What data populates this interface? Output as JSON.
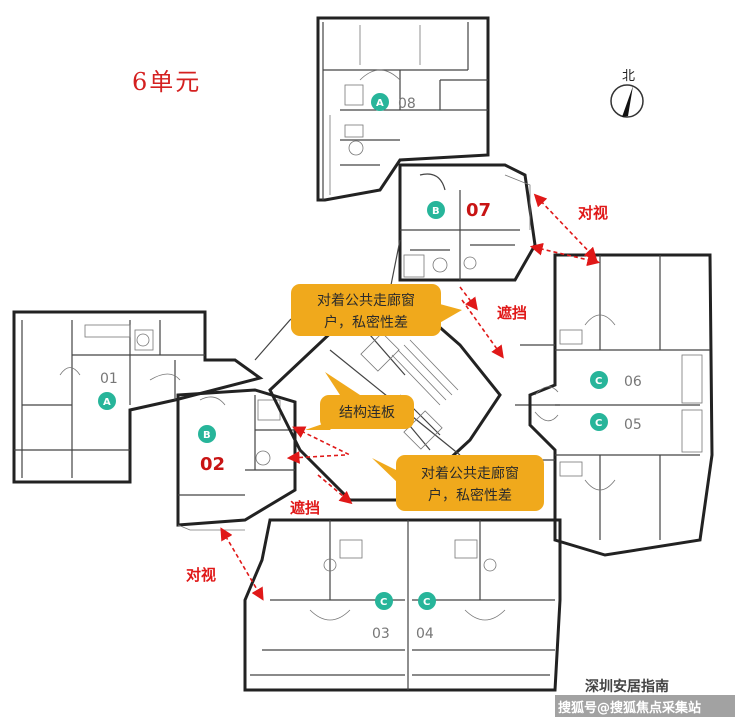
{
  "title": "6单元",
  "north_label": "北",
  "units": [
    {
      "id": "01",
      "type": "A"
    },
    {
      "id": "02",
      "type": "B"
    },
    {
      "id": "03",
      "type": "C"
    },
    {
      "id": "04",
      "type": "C"
    },
    {
      "id": "05",
      "type": "C"
    },
    {
      "id": "06",
      "type": "C"
    },
    {
      "id": "07",
      "type": "B"
    },
    {
      "id": "08",
      "type": "A"
    }
  ],
  "callouts": {
    "upper": {
      "line1": "对着公共走廊窗",
      "line2": "户，私密性差"
    },
    "middle": "结构连板",
    "lower": {
      "line1": "对着公共走廊窗",
      "line2": "户，私密性差"
    }
  },
  "labels": {
    "mutual_view_top": "对视",
    "mutual_view_bottom": "对视",
    "block_right": "遮挡",
    "block_bottom": "遮挡"
  },
  "watermark": {
    "line1": "深圳安居指南",
    "line2": "搜狐号@搜狐焦点采集站"
  },
  "colors": {
    "callout_fill": "#f0a91c",
    "badge": "#27b59a",
    "annotation": "#e01818"
  }
}
